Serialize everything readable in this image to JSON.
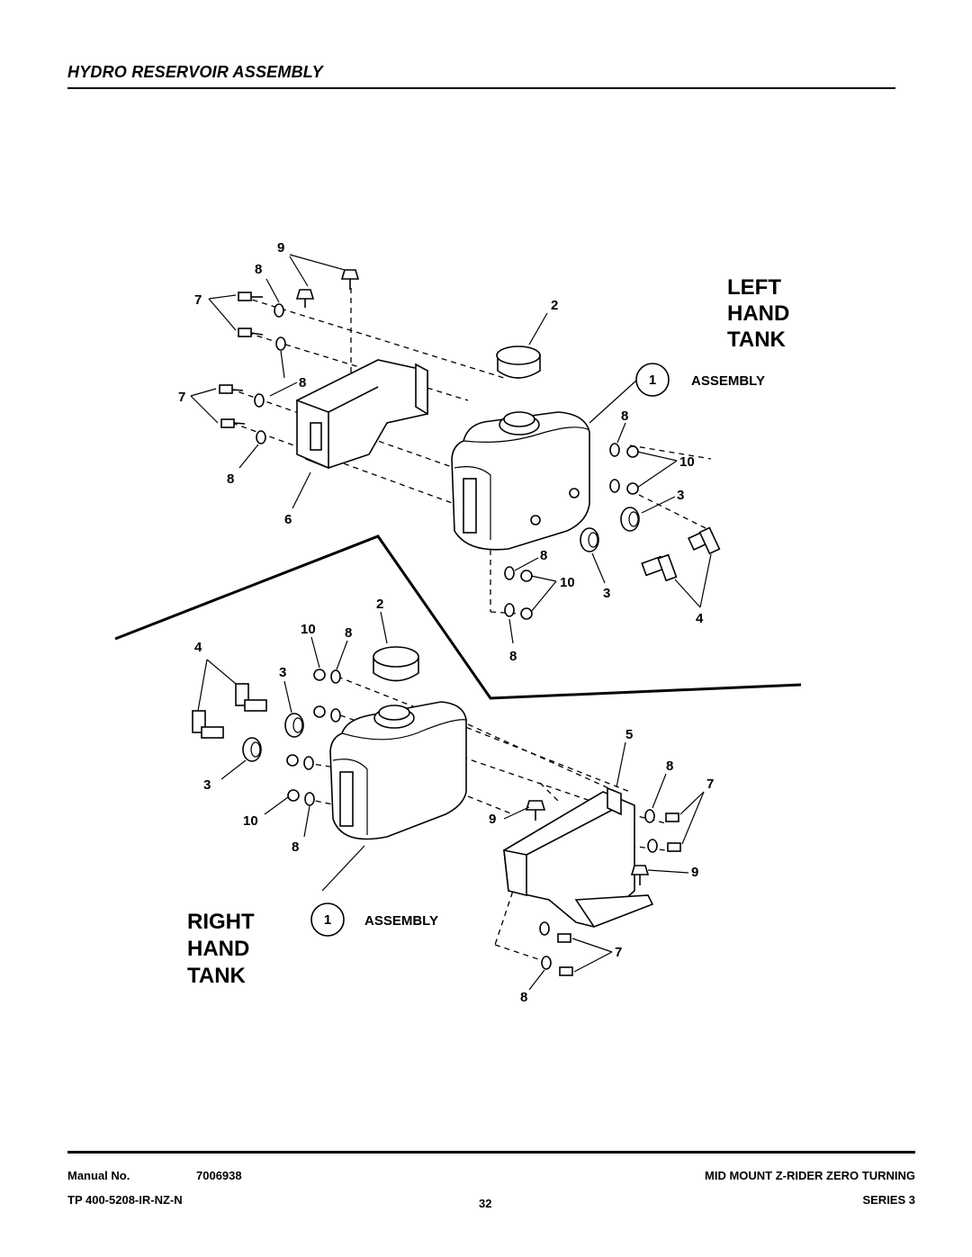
{
  "header": {
    "title": "HYDRO RESERVOIR ASSEMBLY"
  },
  "left_tank": {
    "label_lines": [
      "LEFT",
      "HAND",
      "TANK"
    ],
    "assembly_number": "1",
    "assembly_label": "ASSEMBLY"
  },
  "right_tank": {
    "label_lines": [
      "RIGHT",
      "HAND",
      "TANK"
    ],
    "assembly_number": "1",
    "assembly_label": "ASSEMBLY"
  },
  "callouts": {
    "l9": "9",
    "l8a": "8",
    "l7a": "7",
    "l2": "2",
    "l8b": "8",
    "l7b": "7",
    "l8c": "8",
    "l6": "6",
    "l8d": "8",
    "l10a": "10",
    "l3a": "3",
    "l8e": "8",
    "l10b": "10",
    "l3b": "3",
    "l4": "4",
    "l8f": "8",
    "r2": "2",
    "r10a": "10",
    "r8a": "8",
    "r4": "4",
    "r3a": "3",
    "r3b": "3",
    "r10b": "10",
    "r8b": "8",
    "r5": "5",
    "r8c": "8",
    "r7a": "7",
    "r9a": "9",
    "r9b": "9",
    "r7b": "7",
    "r8d": "8"
  },
  "footer": {
    "manual_label": "Manual No.",
    "manual_number": "7006938",
    "tp_number": "TP 400-5208-IR-NZ-N",
    "page_number": "32",
    "product": "MID MOUNT Z-RIDER ZERO TURNING",
    "series": "SERIES 3"
  }
}
